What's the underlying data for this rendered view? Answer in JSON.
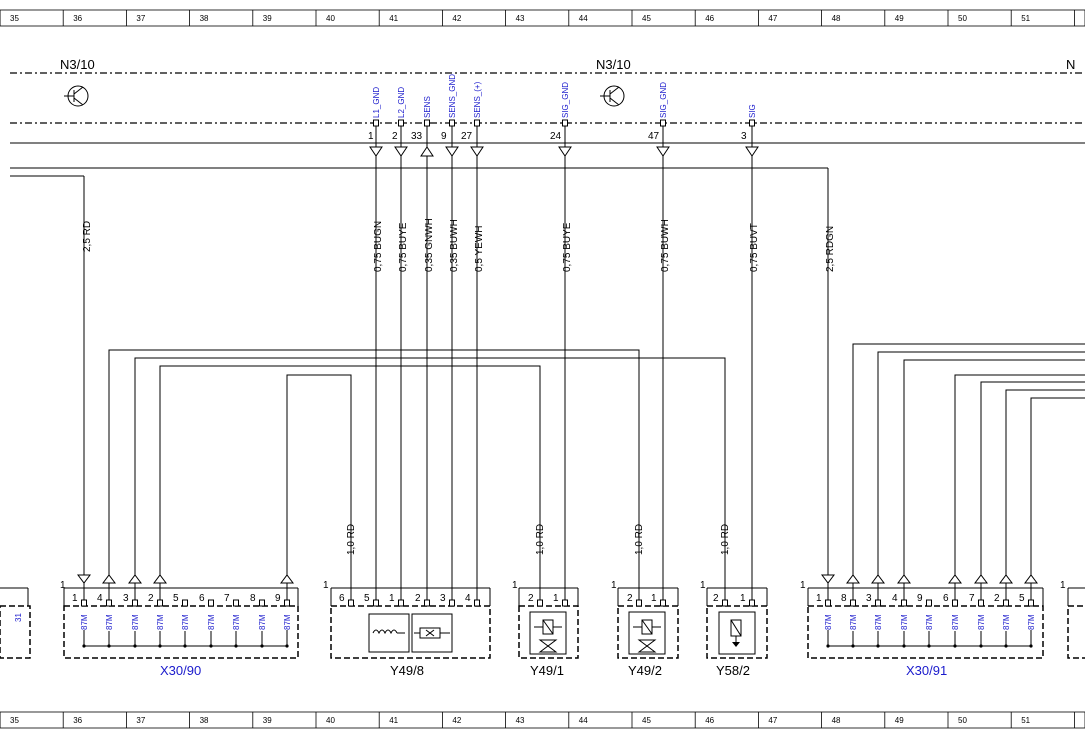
{
  "grid_columns": [
    "35",
    "36",
    "37",
    "38",
    "39",
    "40",
    "41",
    "42",
    "43",
    "44",
    "45",
    "46",
    "47",
    "48",
    "49",
    "50",
    "51"
  ],
  "modules": {
    "n310_left": "N3/10",
    "n310_mid": "N3/10",
    "n_right": "N"
  },
  "ecu_pins": [
    {
      "num": "1",
      "signal": "L1_GND"
    },
    {
      "num": "2",
      "signal": "L2_GND"
    },
    {
      "num": "33",
      "signal": "SENS"
    },
    {
      "num": "9",
      "signal": "SENS_GND"
    },
    {
      "num": "27",
      "signal": "SENS_(+)"
    },
    {
      "num": "24",
      "signal": "SIG_GND"
    },
    {
      "num": "47",
      "signal": "SIG_GND"
    },
    {
      "num": "3",
      "signal": "SIG"
    }
  ],
  "wires": [
    "2,5 RD",
    "0,75 BUGN",
    "0,75 BUYE",
    "0,35 GNWH",
    "0,35 BUWH",
    "0,5 YEWH",
    "0,75 BUYE",
    "0,75 BUWH",
    "0,75 BUVT",
    "2,5 RDGN"
  ],
  "rd_wires": [
    "1,0 RD",
    "1,0 RD",
    "1,0 RD",
    "1,0 RD"
  ],
  "connectors": {
    "x3090": {
      "label": "X30/90",
      "pins": [
        "1",
        "4",
        "3",
        "2",
        "5",
        "6",
        "7",
        "8",
        "9"
      ],
      "tag": "87M"
    },
    "y498": {
      "label": "Y49/8",
      "pins": [
        "6",
        "5",
        "1",
        "2",
        "3",
        "4"
      ]
    },
    "y491": {
      "label": "Y49/1",
      "pins": [
        "2",
        "1"
      ]
    },
    "y492": {
      "label": "Y49/2",
      "pins": [
        "2",
        "1"
      ]
    },
    "y582": {
      "label": "Y58/2",
      "pins": [
        "2",
        "1"
      ]
    },
    "x3091": {
      "label": "X30/91",
      "pins": [
        "1",
        "8",
        "3",
        "4",
        "9",
        "6",
        "7",
        "2",
        "5"
      ],
      "tag": "87M"
    },
    "left_partial": {
      "pin": "31"
    }
  },
  "pin_one_markers": [
    "1",
    "1",
    "1",
    "1",
    "1",
    "1",
    "1"
  ]
}
